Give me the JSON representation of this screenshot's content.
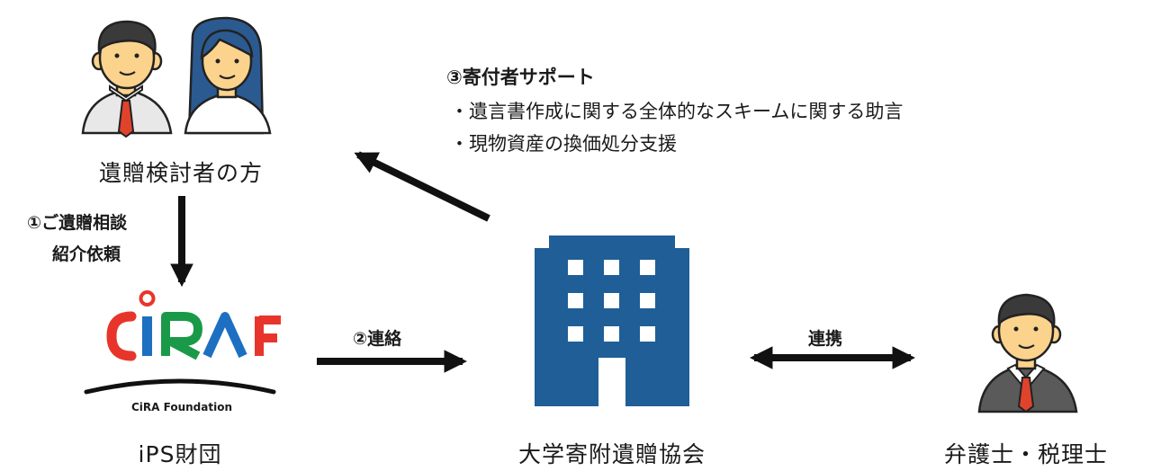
{
  "nodes": {
    "donor": {
      "label": "遺贈検討者の方"
    },
    "ips": {
      "label": "iPS財団",
      "logo_text": "CiRA Foundation"
    },
    "association": {
      "label": "大学寄附遺贈協会"
    },
    "lawyer": {
      "label": "弁護士・税理士"
    }
  },
  "steps": {
    "step1": {
      "line1": "①ご遺贈相談",
      "line2": "紹介依頼"
    },
    "step2": {
      "label": "②連絡"
    },
    "step3": {
      "title": "③寄付者サポート",
      "items": [
        "・遺言書作成に関する全体的なスキームに関する助言",
        "・現物資産の換価処分支援"
      ]
    },
    "link": {
      "label": "連携"
    }
  },
  "colors": {
    "building": "#1f5e96",
    "arrow": "#111111",
    "tie": "#e0432c",
    "skin": "#fbd38d",
    "hair_dark": "#3a3a3a",
    "hair_blue": "#2b5a91",
    "suit": "#5a5a5a",
    "logo_red": "#e8352b",
    "logo_blue": "#1d6fc1",
    "logo_green": "#1a9a48"
  }
}
